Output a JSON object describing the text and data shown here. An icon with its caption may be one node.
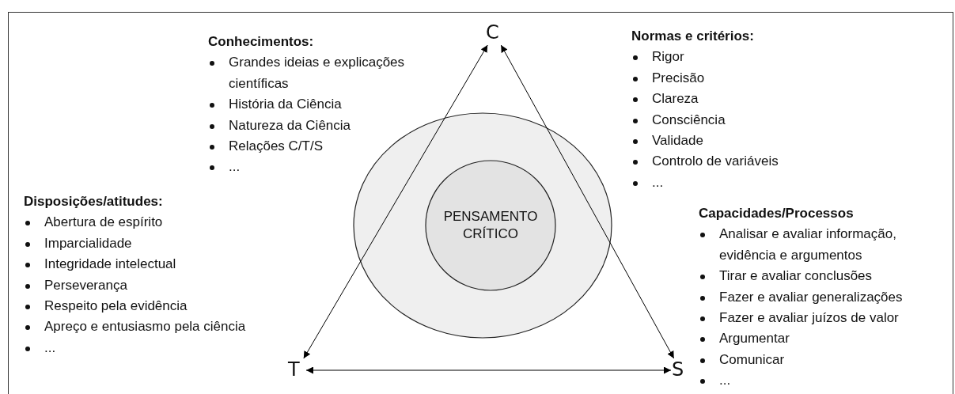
{
  "diagram": {
    "nodes": [
      {
        "text": [
          "C"
        ]
      },
      {
        "text": [],
        "shape": "ellipse"
      },
      {
        "text": [
          "PENSAMENTO CRÍTICO"
        ],
        "in": 1
      },
      {
        "text": [
          "T"
        ]
      },
      {
        "text": [
          "S"
        ]
      }
    ],
    "edges": [
      {
        "from": 3,
        "to": 0,
        "arrow": "both"
      },
      {
        "from": 4,
        "to": 0,
        "arrow": "both"
      },
      {
        "from": 3,
        "to": 4,
        "arrow": "both"
      }
    ],
    "labels": [
      "Conhecimentos:",
      "Grandes ideias e explicações científicas",
      "História da Ciência",
      "Natureza da Ciência",
      "Relações C/T/S",
      "...",
      "Normas e critérios:",
      "Rigor",
      "Precisão",
      "Clareza",
      "Consciência",
      "Validade",
      "Controlo de variáveis",
      "...",
      "Disposições/atitudes:",
      "Abertura de espírito",
      "Imparcialidade",
      "Integridade intelectual",
      "Perseverança",
      "Respeito pela evidência",
      "Apreço e entusiasmo pela ciência",
      "...",
      "Capacidades/Processos",
      "Analisar e avaliar informação, evidência e argumentos",
      "Tirar e avaliar conclusões",
      "Fazer e avaliar generalizações",
      "Fazer e avaliar juízos de valor",
      "Argumentar",
      "Comunicar",
      "..."
    ]
  }
}
